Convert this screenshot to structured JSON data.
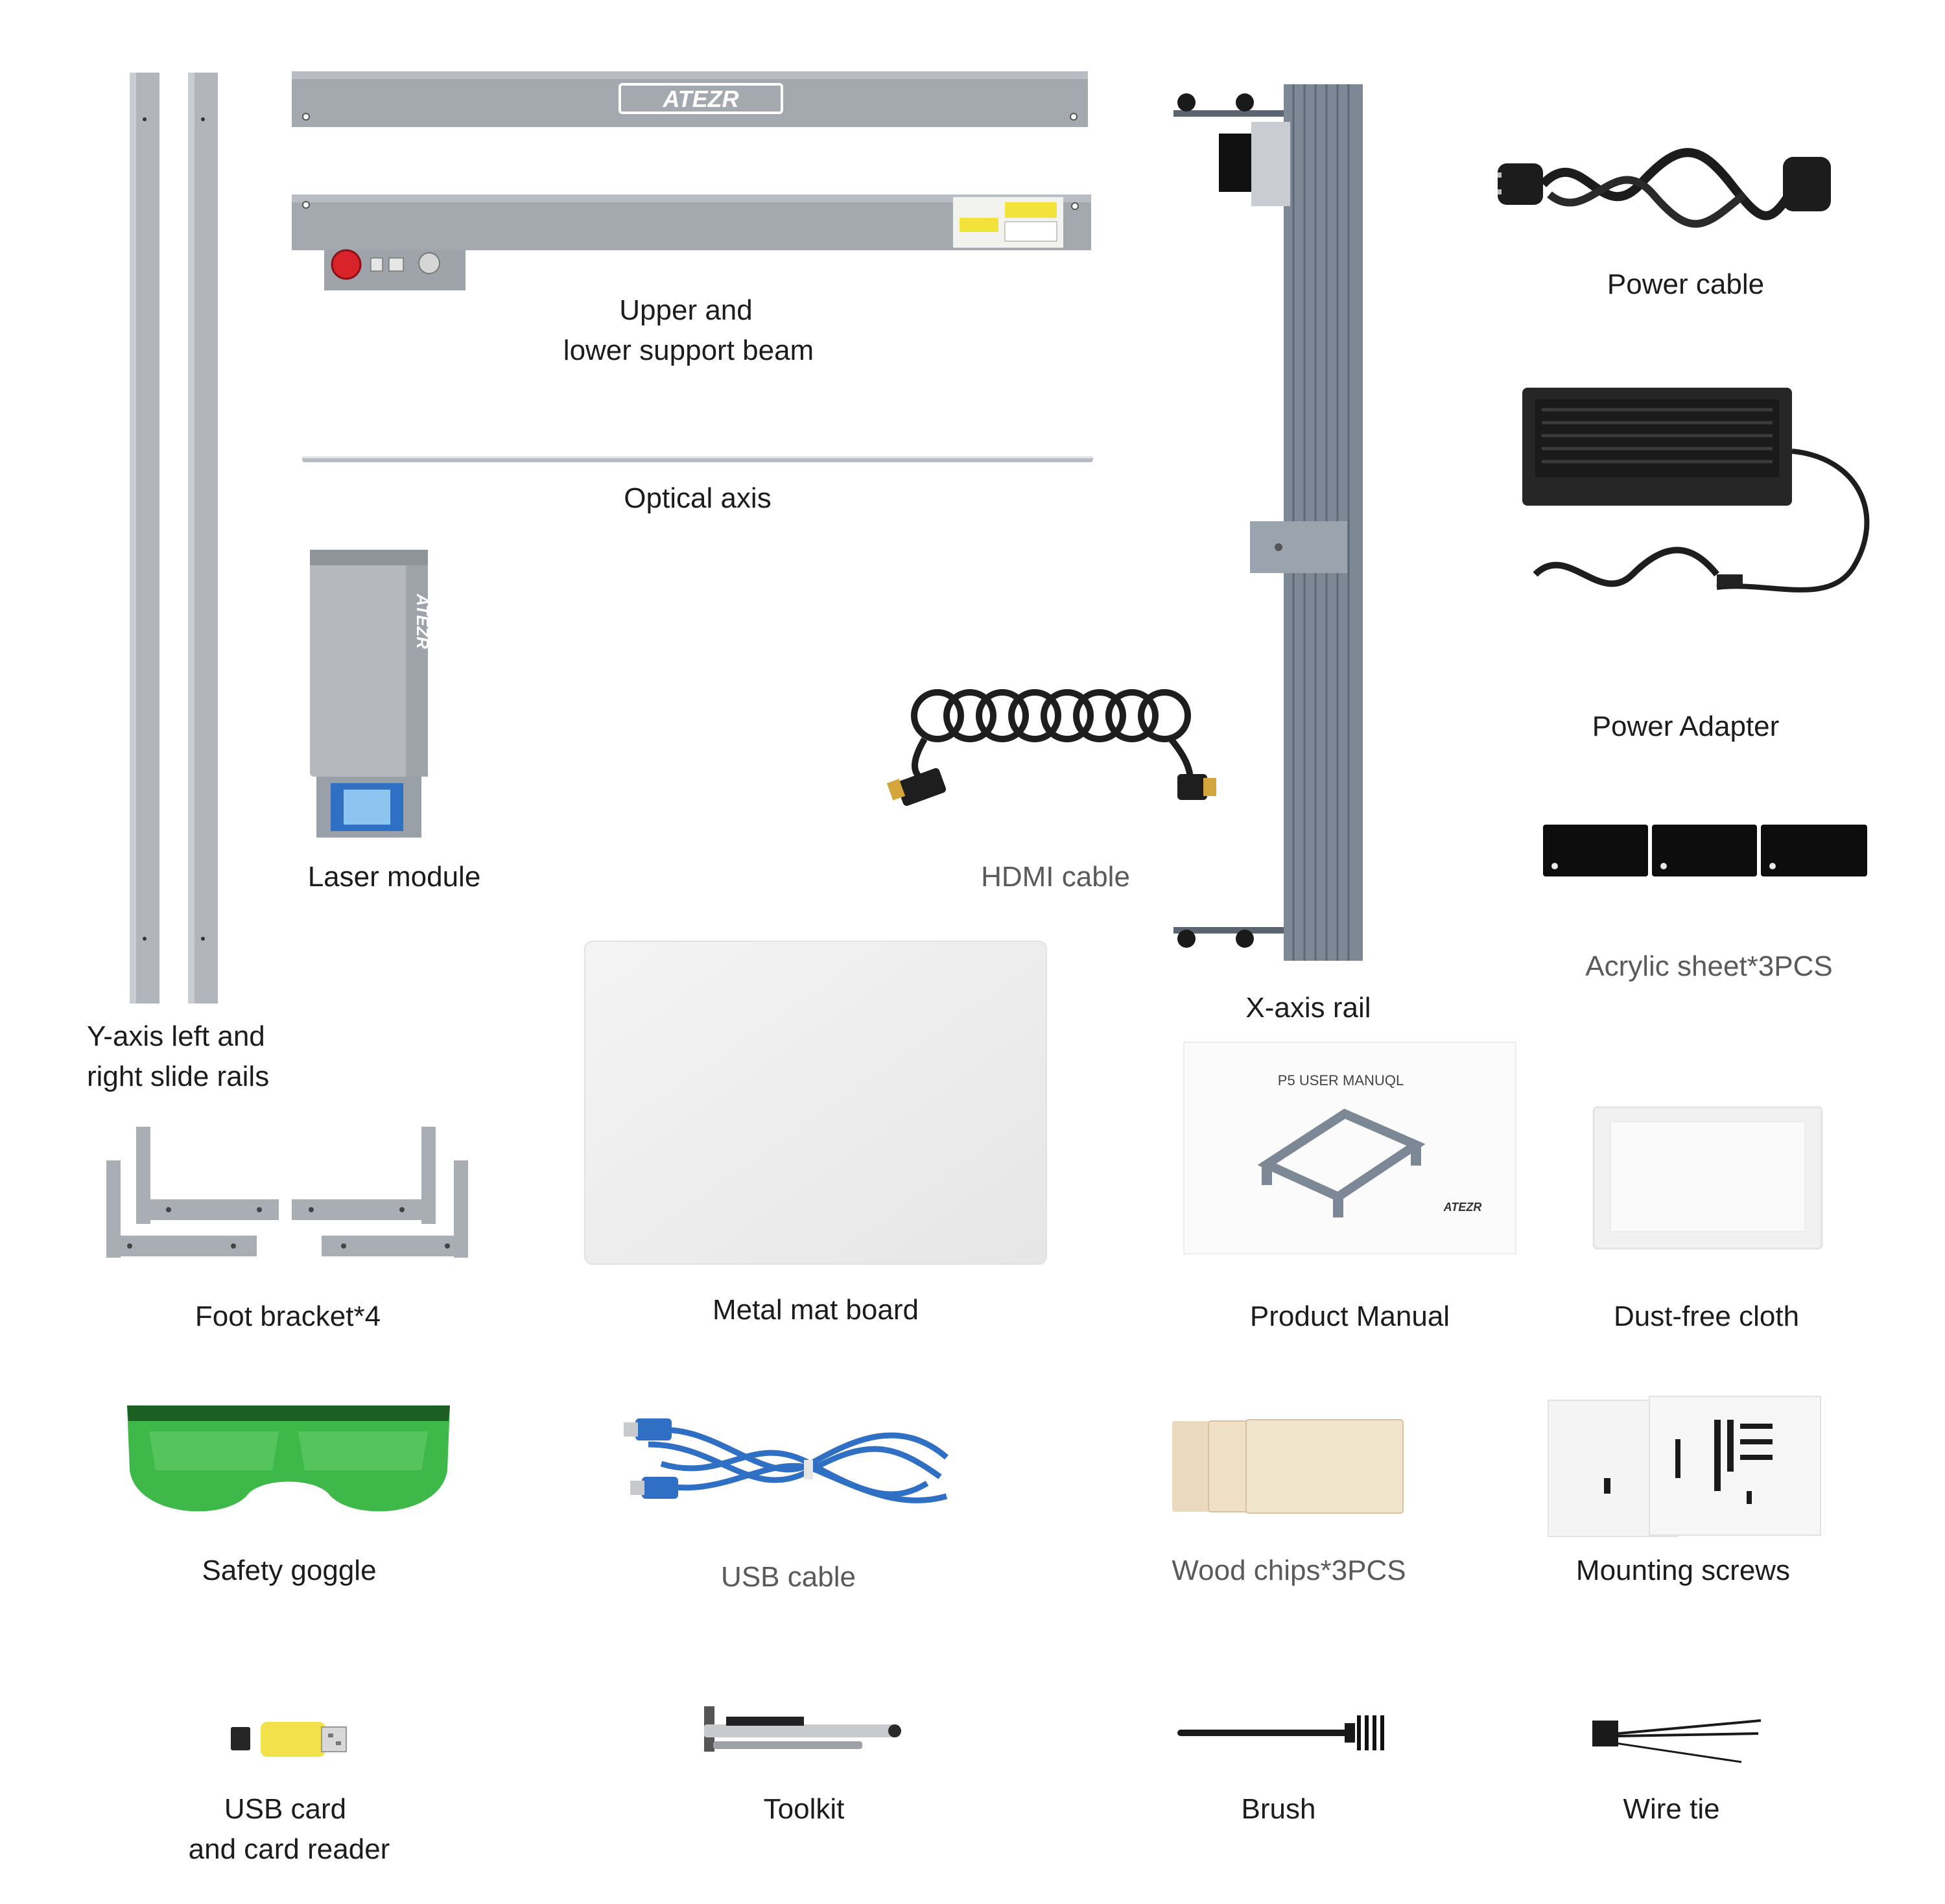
{
  "brand": {
    "logo_text": "ATEZR"
  },
  "labels": {
    "y_axis_rails": [
      "Y-axis left and",
      "right slide rails"
    ],
    "support_beam": [
      "Upper and",
      "lower support beam"
    ],
    "optical_axis": "Optical axis",
    "x_axis_rail": "X-axis rail",
    "power_cable": "Power cable",
    "power_adapter": "Power Adapter",
    "acrylic_sheet": "Acrylic sheet*3PCS",
    "laser_module": "Laser module",
    "hdmi_cable": "HDMI cable",
    "metal_mat_board": "Metal mat board",
    "product_manual": "Product Manual",
    "dust_free_cloth": "Dust-free cloth",
    "foot_bracket": "Foot bracket*4",
    "safety_goggle": "Safety goggle",
    "usb_cable": "USB cable",
    "wood_chips": "Wood chips*3PCS",
    "mounting_screws": "Mounting screws",
    "usb_card": [
      "USB card",
      "and card reader"
    ],
    "toolkit": "Toolkit",
    "brush": "Brush",
    "wire_tie": "Wire tie"
  },
  "manual": {
    "cover_title": "P5 USER MANUQL"
  },
  "colors": {
    "aluminum": "#a9adb4",
    "aluminum_dark": "#8a9099",
    "rail_blue_gray": "#7d8896",
    "goggle_green": "#3fb84a",
    "usb_blue": "#2f6fc4",
    "wood": "#ead9bd",
    "emergency_red": "#d9232a",
    "card_yellow": "#f2e14a"
  }
}
